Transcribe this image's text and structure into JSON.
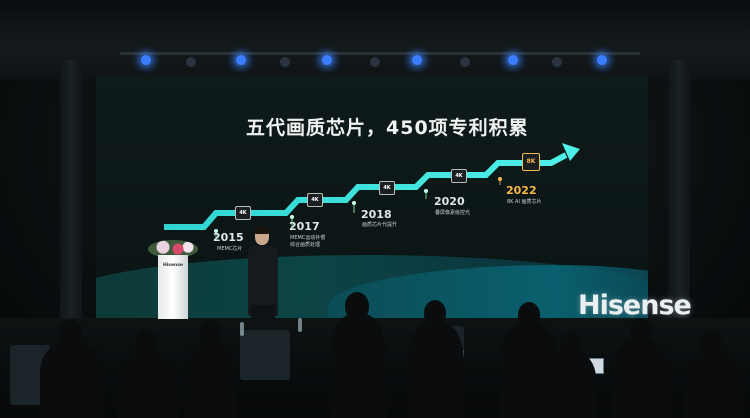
{
  "slide": {
    "title": "五代画质芯片，450项专利积累",
    "milestones": [
      {
        "year": "2015",
        "caption": "MEMC芯片",
        "chip": "",
        "highlight": false
      },
      {
        "year": "2017",
        "caption": "MEMC运动补偿\n综合画质处理",
        "chip": "4K",
        "highlight": false
      },
      {
        "year": "2018",
        "caption": "画质芯片代提升",
        "chip": "4K",
        "highlight": false
      },
      {
        "year": "2020",
        "caption": "叠屏像素级控光",
        "chip": "4K",
        "highlight": false
      },
      {
        "year": "2022",
        "caption": "8K AI 画质芯片",
        "chip": "8K",
        "highlight": true
      }
    ]
  },
  "podium": {
    "logo": "Hisense"
  },
  "brand": {
    "logo": "Hisense"
  },
  "colors": {
    "timeline": "#3ee6e0",
    "highlight": "#f5b94a",
    "spotlight": "#3a7dff"
  }
}
